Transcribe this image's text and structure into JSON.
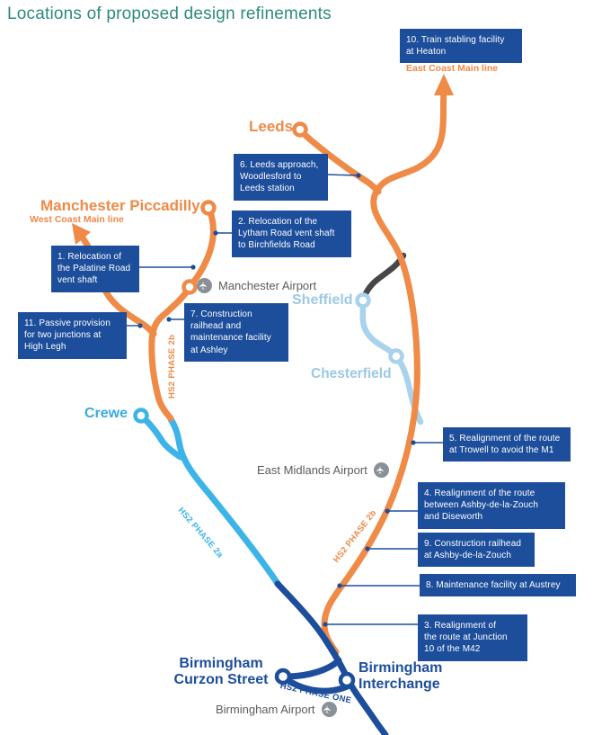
{
  "title": "Locations of proposed design refinements",
  "colors": {
    "title_teal": "#2E8B7E",
    "callout_blue": "#1D4E9B",
    "hs2_orange": "#EF8A47",
    "phase_2a_blue": "#3DB4E8",
    "sheffield_loop_blue": "#A9D2EC",
    "conventional_rail_gray": "#474747",
    "phase_one_blue": "#1D4E9B",
    "pale_city_blue": "#9CC9E6",
    "airport_icon_gray": "#8A9097",
    "airport_label_gray": "#5B5C5E"
  },
  "callouts": [
    {
      "id": 1,
      "text": "1. Relocation of\nthe Palatine Road\nvent shaft"
    },
    {
      "id": 2,
      "text": "2. Relocation of the\nLytham Road vent shaft\nto Birchfields Road"
    },
    {
      "id": 3,
      "text": "3. Realignment of\nthe route at Junction\n10 of the M42"
    },
    {
      "id": 4,
      "text": "4. Realignment of the route\nbetween Ashby-de-la-Zouch\nand Diseworth"
    },
    {
      "id": 5,
      "text": "5. Realignment of the route\nat Trowell to avoid the M1"
    },
    {
      "id": 6,
      "text": "6. Leeds approach,\nWoodlesford to\nLeeds station"
    },
    {
      "id": 7,
      "text": "7. Construction\nrailhead and\nmaintenance facility\nat Ashley"
    },
    {
      "id": 8,
      "text": "8. Maintenance facility at Austrey"
    },
    {
      "id": 9,
      "text": "9. Construction railhead\nat Ashby-de-la-Zouch"
    },
    {
      "id": 10,
      "text": "10. Train stabling facility\nat Heaton"
    },
    {
      "id": 11,
      "text": "11. Passive provision\nfor two junctions at\nHigh Legh"
    }
  ],
  "stations": {
    "leeds": "Leeds",
    "manchester_piccadilly": "Manchester Piccadilly",
    "sheffield": "Sheffield",
    "chesterfield": "Chesterfield",
    "crewe": "Crewe",
    "curzon": {
      "line1": "Birmingham",
      "line2": "Curzon Street"
    },
    "interchange": {
      "line1": "Birmingham",
      "line2": "Interchange"
    }
  },
  "airports": {
    "manchester": "Manchester Airport",
    "east_midlands": "East Midlands Airport",
    "birmingham": "Birmingham Airport"
  },
  "rail_labels": {
    "east_coast_main_line": "East Coast Main line",
    "west_coast_main_line": "West Coast Main line",
    "hs2_phase_2b_west": "HS2 PHASE 2b",
    "hs2_phase_2b_east": "HS2 PHASE 2b",
    "hs2_phase_2a": "HS2 PHASE 2a",
    "hs2_phase_one": "HS2 PHASE ONE"
  },
  "icons": {
    "airplane": "✈"
  }
}
